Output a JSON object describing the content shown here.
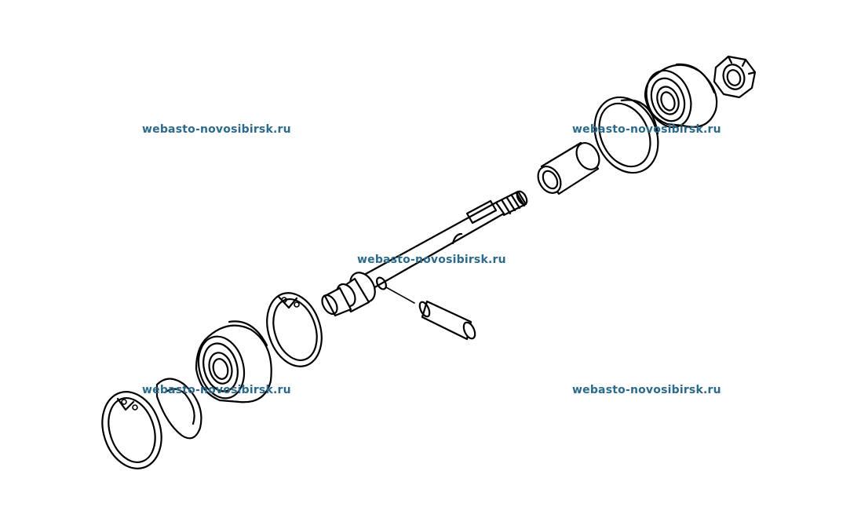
{
  "watermark": {
    "text": "webasto-novosibirsk.ru",
    "color": "#2b6a8a"
  },
  "diagram": {
    "parts": [
      "circlip-left",
      "spacer-ring",
      "bearing-left",
      "circlip-middle",
      "shaft",
      "pin",
      "sleeve",
      "washer",
      "bearing-right",
      "nut"
    ]
  }
}
